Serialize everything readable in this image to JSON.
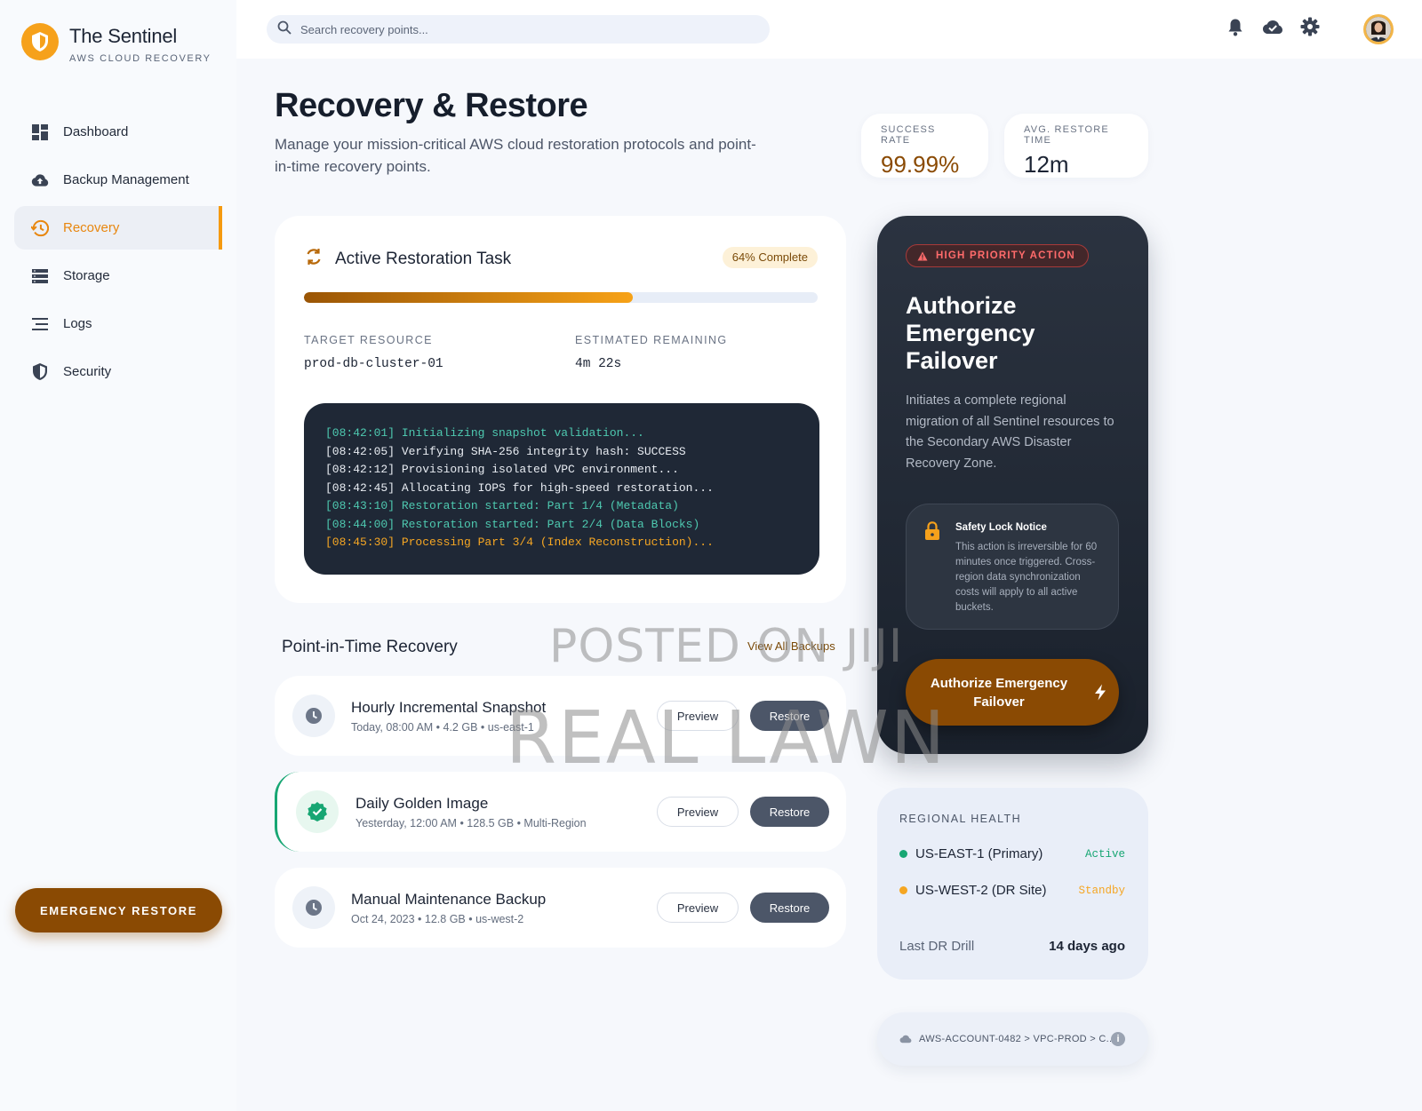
{
  "brand": {
    "title": "The Sentinel",
    "subtitle": "AWS CLOUD RECOVERY"
  },
  "sidebar": {
    "items": [
      {
        "label": "Dashboard",
        "icon": "dashboard-icon"
      },
      {
        "label": "Backup Management",
        "icon": "cloud-upload-icon"
      },
      {
        "label": "Recovery",
        "icon": "history-icon",
        "active": true
      },
      {
        "label": "Storage",
        "icon": "storage-icon"
      },
      {
        "label": "Logs",
        "icon": "logs-icon"
      },
      {
        "label": "Security",
        "icon": "shield-icon"
      }
    ],
    "emergency_label": "EMERGENCY RESTORE"
  },
  "search": {
    "placeholder": "Search recovery points..."
  },
  "topbar": {
    "icons": [
      "bell-icon",
      "cloud-done-icon",
      "gear-icon"
    ]
  },
  "header": {
    "title": "Recovery & Restore",
    "description": "Manage your mission-critical AWS cloud restoration protocols and point-in-time recovery points."
  },
  "stats": {
    "success_label": "SUCCESS RATE",
    "success_value": "99.99%",
    "restore_label": "AVG. RESTORE TIME",
    "restore_value": "12m"
  },
  "task": {
    "title": "Active Restoration Task",
    "badge": "64% Complete",
    "progress_percent": 64,
    "target_label": "TARGET RESOURCE",
    "target_value": "prod-db-cluster-01",
    "remaining_label": "ESTIMATED REMAINING",
    "remaining_value": "4m 22s",
    "logs": [
      {
        "text": "[08:42:01] Initializing snapshot validation...",
        "tone": "teal"
      },
      {
        "text": "[08:42:05] Verifying SHA-256 integrity hash: SUCCESS",
        "tone": "white"
      },
      {
        "text": "[08:42:12] Provisioning isolated VPC environment...",
        "tone": "white"
      },
      {
        "text": "[08:42:45] Allocating IOPS for high-speed restoration...",
        "tone": "white"
      },
      {
        "text": "[08:43:10] Restoration started: Part 1/4 (Metadata)",
        "tone": "teal"
      },
      {
        "text": "[08:44:00] Restoration started: Part 2/4 (Data Blocks)",
        "tone": "teal"
      },
      {
        "text": "[08:45:30] Processing Part 3/4 (Index Reconstruction)...",
        "tone": "orange"
      }
    ]
  },
  "pit": {
    "title": "Point-in-Time Recovery",
    "view_all": "View All Backups",
    "preview_label": "Preview",
    "restore_label": "Restore",
    "items": [
      {
        "name": "Hourly Incremental Snapshot",
        "meta": "Today, 08:00 AM • 4.2 GB • us-east-1",
        "icon": "clock-icon"
      },
      {
        "name": "Daily Golden Image",
        "meta": "Yesterday, 12:00 AM • 128.5 GB • Multi-Region",
        "icon": "verified-icon"
      },
      {
        "name": "Manual Maintenance Backup",
        "meta": "Oct 24, 2023 • 12.8 GB • us-west-2",
        "icon": "clock-icon"
      }
    ]
  },
  "failover": {
    "priority": "HIGH PRIORITY ACTION",
    "title": "Authorize Emergency Failover",
    "description": "Initiates a complete regional migration of all Sentinel resources to the Secondary AWS Disaster Recovery Zone.",
    "safety_title": "Safety Lock Notice",
    "safety_text": "This action is irreversible for 60 minutes once triggered. Cross-region data synchronization costs will apply to all active buckets.",
    "button": "Authorize Emergency Failover"
  },
  "health": {
    "title": "REGIONAL HEALTH",
    "regions": [
      {
        "name": "US-EAST-1 (Primary)",
        "status": "Active",
        "color": "#17a673"
      },
      {
        "name": "US-WEST-2 (DR Site)",
        "status": "Standby",
        "color": "#f5a623"
      }
    ],
    "drill_label": "Last DR Drill",
    "drill_value": "14 days ago"
  },
  "breadcrumb": {
    "text": "AWS-ACCOUNT-0482 > VPC-PROD > C...",
    "info": "i"
  },
  "watermark": {
    "line1": "POSTED ON JIJI",
    "line2": "REAL LAWN"
  },
  "colors": {
    "accent": "#f59a10",
    "brand_dark": "#8a4a03",
    "success": "#17a673",
    "danger": "#ff6b6b"
  }
}
